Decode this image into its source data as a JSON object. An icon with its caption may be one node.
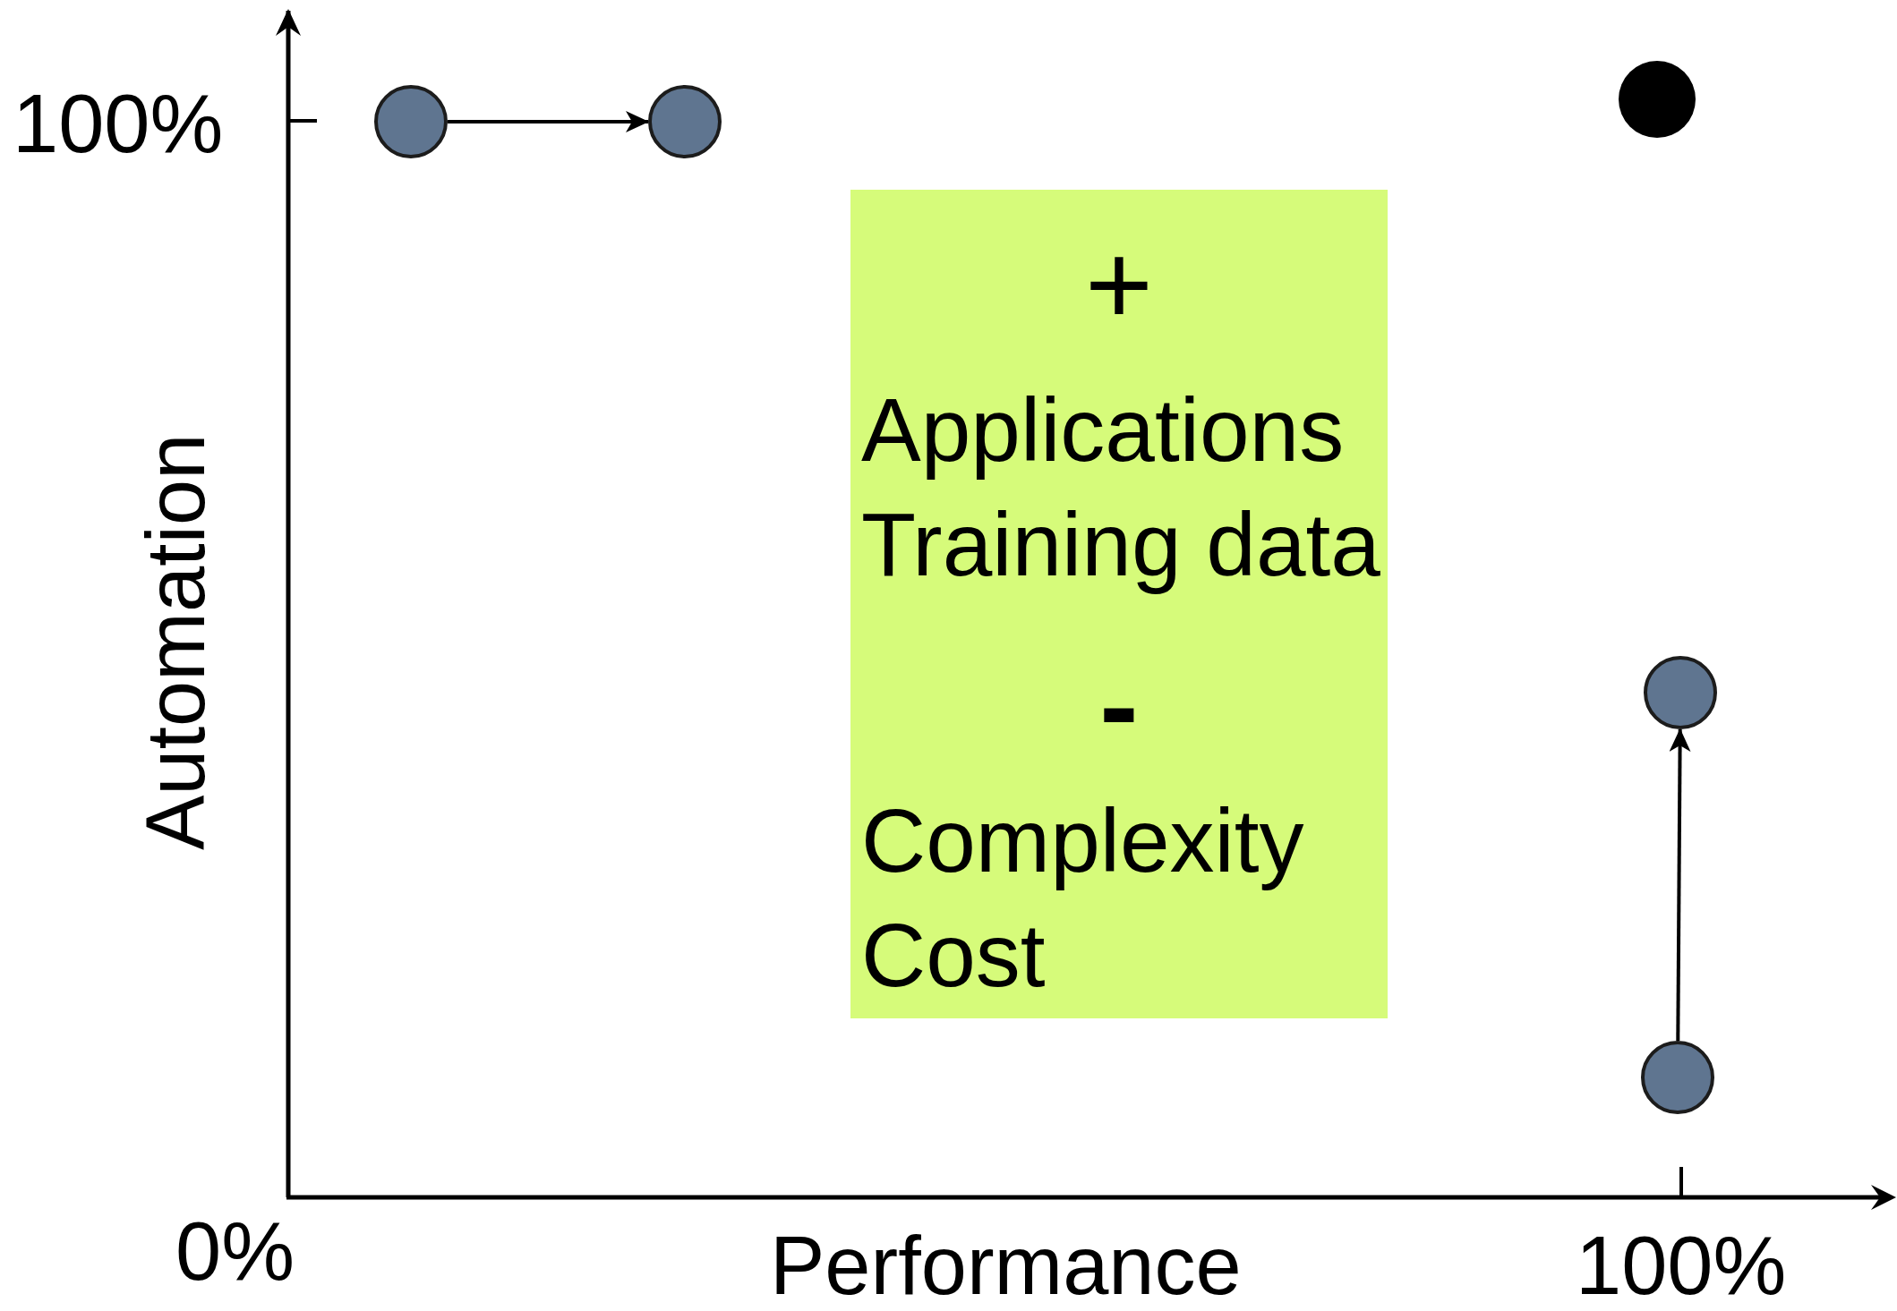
{
  "diagram": {
    "nodes": [
      {
        "text": [],
        "shape": "circle"
      },
      {
        "text": [],
        "shape": "circle"
      },
      {
        "text": [],
        "shape": "circle"
      },
      {
        "text": [
          "+",
          "Applications",
          "Training data",
          "-",
          "Complexity",
          "Cost"
        ]
      },
      {
        "text": [],
        "shape": "circle"
      },
      {
        "text": [],
        "shape": "circle"
      }
    ],
    "edges": [
      {
        "from": 0,
        "to": 1,
        "arrow": "to"
      },
      {
        "from": 5,
        "to": 4,
        "arrow": "to"
      }
    ],
    "labels": [
      "100%",
      "Automation",
      "0%",
      "Performance",
      "100%"
    ]
  }
}
